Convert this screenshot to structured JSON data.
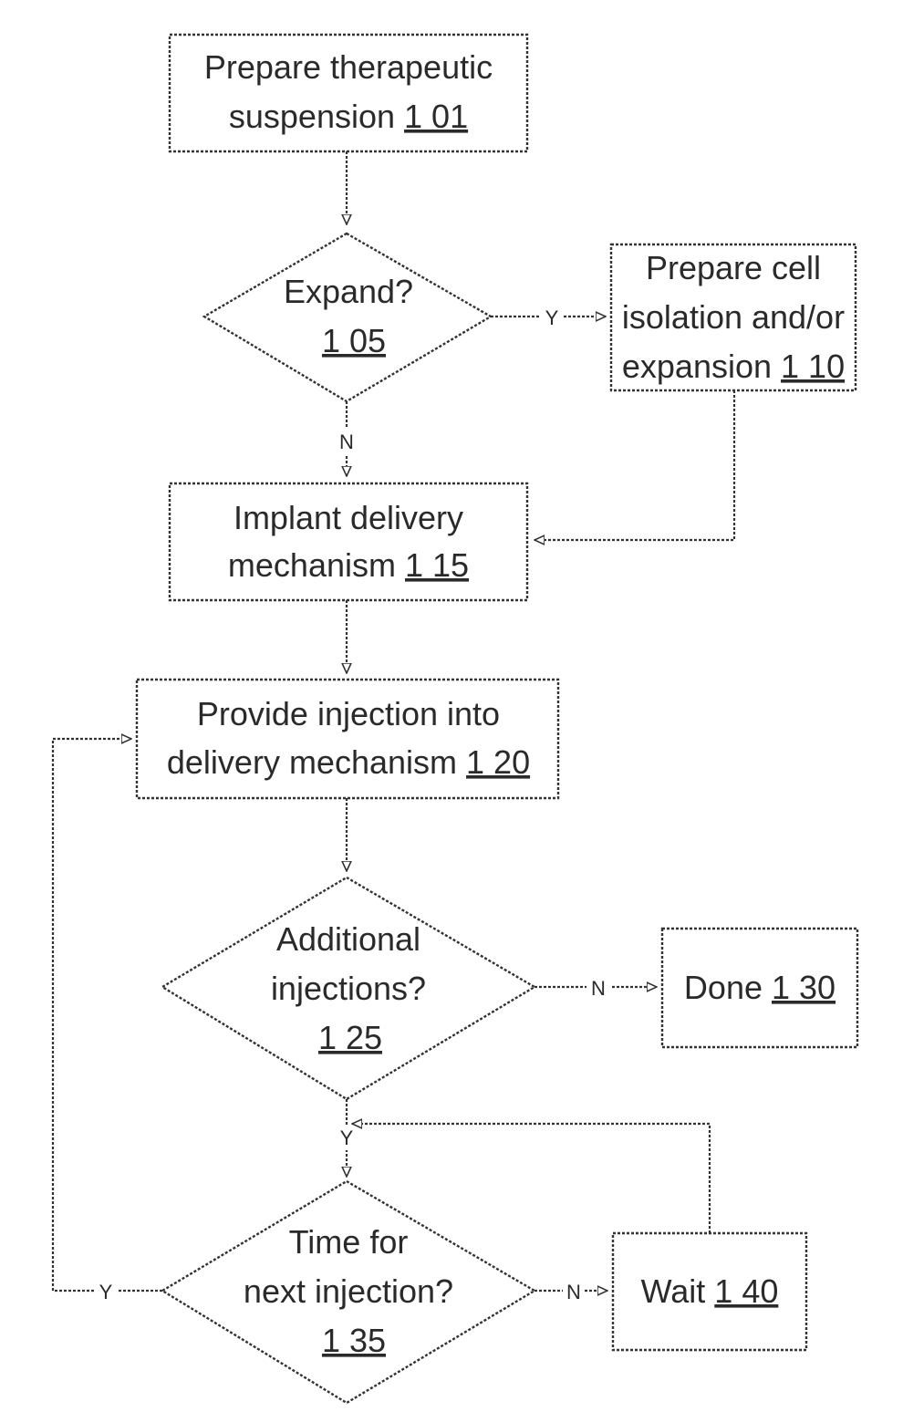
{
  "nodes": {
    "n101": {
      "line1": "Prepare therapeutic",
      "line2": "suspension",
      "ref": "1 01"
    },
    "n105": {
      "line1": "Expand?",
      "ref": "1 05"
    },
    "n110": {
      "line1": "Prepare cell",
      "line2": "isolation and/or",
      "line3": "expansion",
      "ref": "1 10"
    },
    "n115": {
      "line1": "Implant delivery",
      "line2": "mechanism",
      "ref": "1 15"
    },
    "n120": {
      "line1": "Provide injection into",
      "line2": "delivery mechanism",
      "ref": "1 20"
    },
    "n125": {
      "line1": "Additional",
      "line2": "injections?",
      "ref": "1 25"
    },
    "n130": {
      "line1": "Done",
      "ref": "1 30"
    },
    "n135": {
      "line1": "Time for",
      "line2": "next injection?",
      "ref": "1 35"
    },
    "n140": {
      "line1": "Wait",
      "ref": "1 40"
    }
  },
  "edges": {
    "e105_110": "Y",
    "e105_115": "N",
    "e125_130": "N",
    "e125_135": "Y",
    "e135_140": "N",
    "e135_120": "Y"
  }
}
